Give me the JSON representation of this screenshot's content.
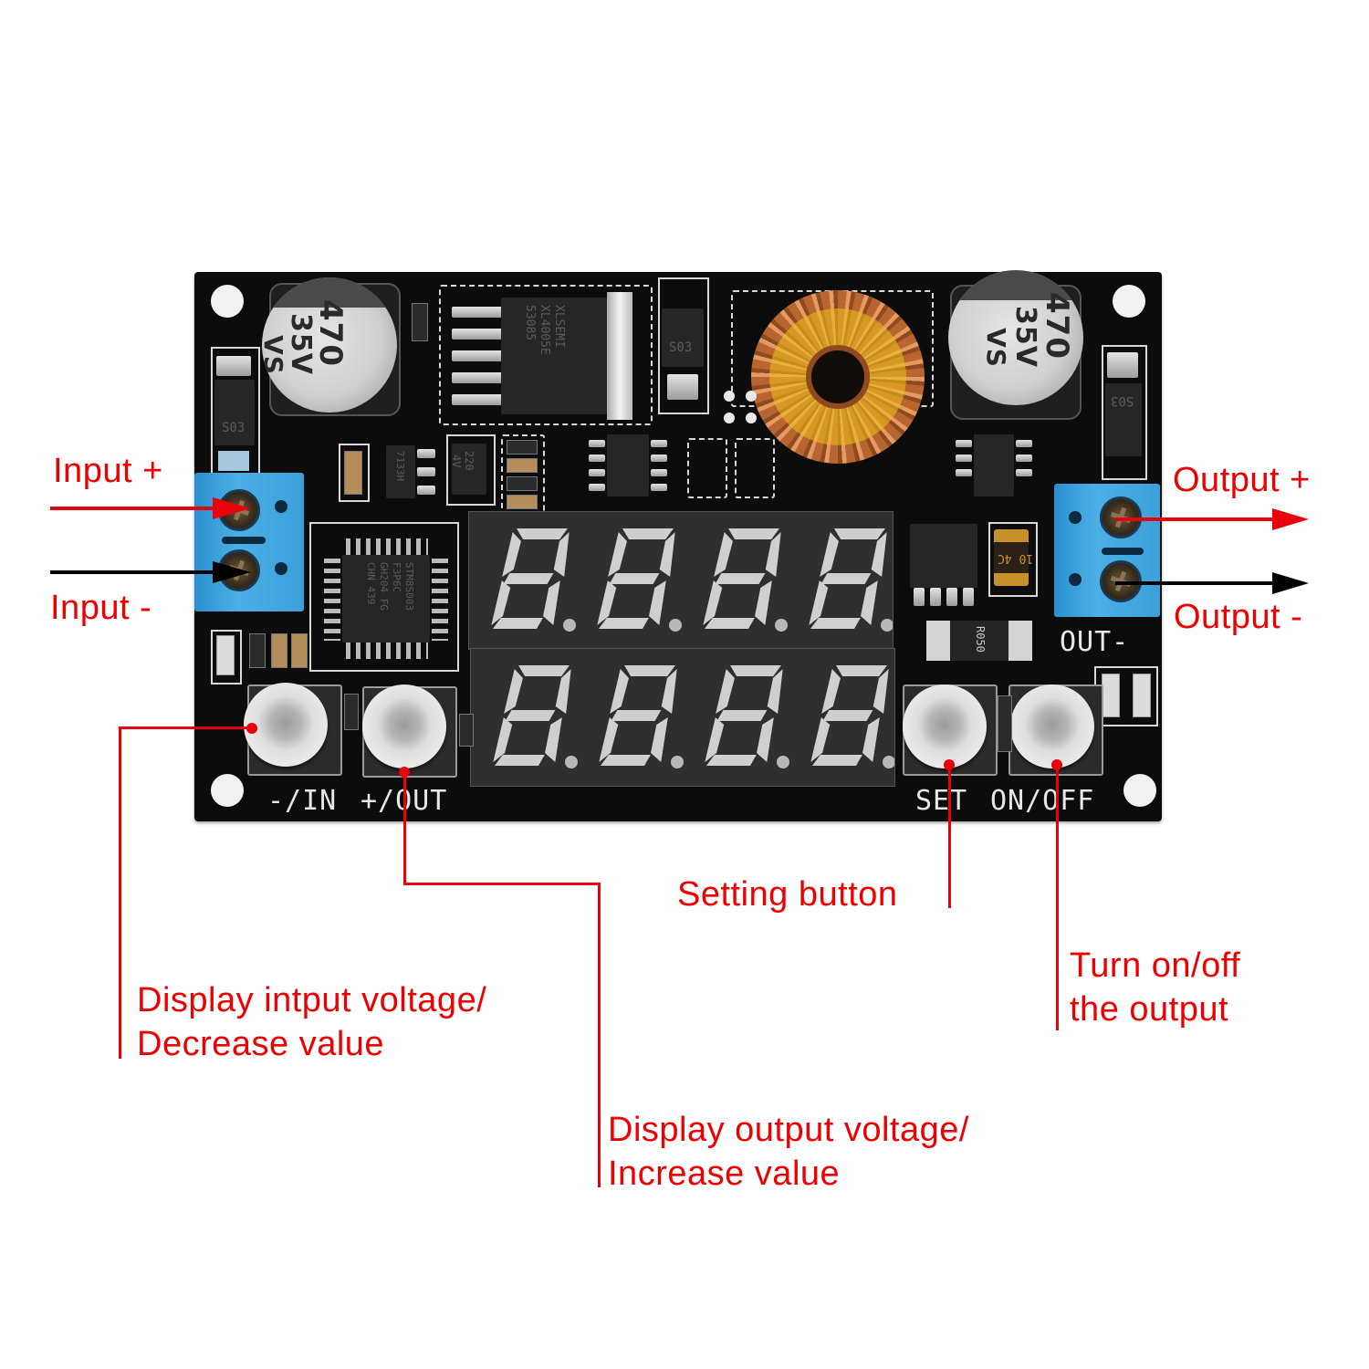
{
  "figure": {
    "subject": "DC-DC buck converter module with LED voltmeter display",
    "annotation_color": "#e8000b",
    "negative_arrow_color": "#000000"
  },
  "board": {
    "capacitors": [
      {
        "value": "470",
        "voltage": "35V",
        "series": "VS"
      },
      {
        "value": "470",
        "voltage": "35V",
        "series": "VS"
      }
    ],
    "regulator_chip": {
      "lines": [
        "XLSEMI",
        "XL4005E",
        "53085"
      ]
    },
    "microcontroller": {
      "lines": [
        "STM8S003",
        "F3P6C",
        "GH204 FG",
        "CHN 439"
      ]
    },
    "diodes": [
      {
        "mark": "S03"
      },
      {
        "mark": "S03"
      },
      {
        "mark": "S03"
      }
    ],
    "small_capacitor": {
      "lines": [
        "220",
        "4V"
      ]
    },
    "regulator_small": {
      "mark": "7133H"
    },
    "fuse": {
      "mark": "10 4C"
    },
    "shunt_resistor": {
      "mark": "R050"
    },
    "display": {
      "rows": [
        {
          "digits": [
            "8.",
            "8.",
            "8.",
            "8."
          ]
        },
        {
          "digits": [
            "8.",
            "8.",
            "8.",
            "8."
          ]
        }
      ]
    },
    "silkscreen": {
      "in_minus_label": "-/IN",
      "out_plus_label": "+/OUT",
      "set_label": "SET",
      "on_off_label": "ON/OFF",
      "out_minus_label": "OUT-"
    }
  },
  "annotations": {
    "input_plus": "Input +",
    "input_minus": "Input -",
    "output_plus": "Output +",
    "output_minus": "Output -",
    "setting_button": "Setting button",
    "on_off": [
      "Turn on/off",
      "the output"
    ],
    "in_button": [
      "Display intput voltage/",
      "Decrease value"
    ],
    "out_button": [
      "Display output voltage/",
      "Increase value"
    ]
  }
}
